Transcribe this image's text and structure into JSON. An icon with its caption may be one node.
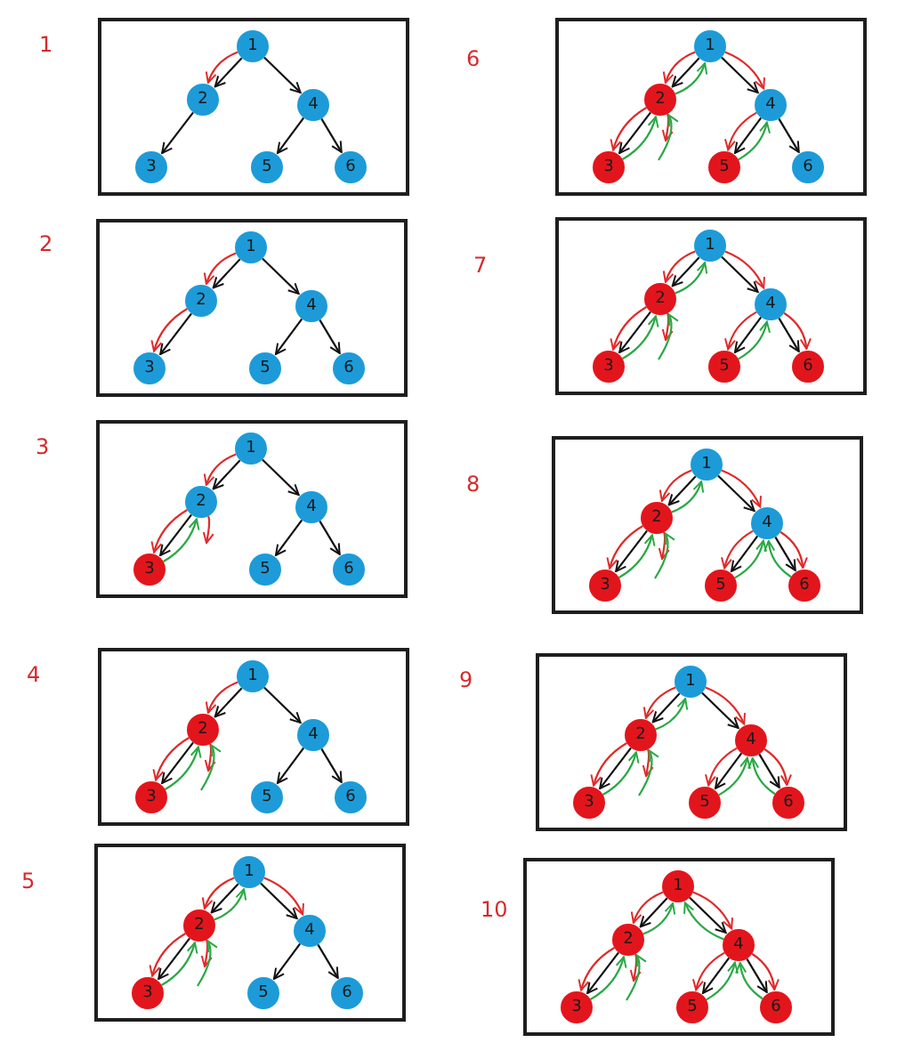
{
  "diagram": {
    "nodes": [
      {
        "text": [
          "1"
        ]
      },
      {
        "text": [
          "1"
        ],
        "in": 0
      },
      {
        "text": [
          "2"
        ],
        "in": 0
      },
      {
        "text": [
          "3"
        ],
        "in": 0
      },
      {
        "text": [
          "4"
        ],
        "in": 0
      },
      {
        "text": [
          "5"
        ],
        "in": 0
      },
      {
        "text": [
          "6"
        ],
        "in": 0
      },
      {
        "text": [
          "2"
        ]
      },
      {
        "text": [
          "1"
        ],
        "in": 7
      },
      {
        "text": [
          "2"
        ],
        "in": 7
      },
      {
        "text": [
          "3"
        ],
        "in": 7
      },
      {
        "text": [
          "4"
        ],
        "in": 7
      },
      {
        "text": [
          "5"
        ],
        "in": 7
      },
      {
        "text": [
          "6"
        ],
        "in": 7
      },
      {
        "text": [
          "3"
        ]
      },
      {
        "text": [
          "1"
        ],
        "in": 14
      },
      {
        "text": [
          "2"
        ],
        "in": 14
      },
      {
        "text": [
          "3"
        ],
        "in": 14
      },
      {
        "text": [
          "4"
        ],
        "in": 14
      },
      {
        "text": [
          "5"
        ],
        "in": 14
      },
      {
        "text": [
          "6"
        ],
        "in": 14
      },
      {
        "text": [
          "4"
        ]
      },
      {
        "text": [
          "1"
        ],
        "in": 21
      },
      {
        "text": [
          "2"
        ],
        "in": 21
      },
      {
        "text": [
          "3"
        ],
        "in": 21
      },
      {
        "text": [
          "4"
        ],
        "in": 21
      },
      {
        "text": [
          "5"
        ],
        "in": 21
      },
      {
        "text": [
          "6"
        ],
        "in": 21
      },
      {
        "text": [
          "5"
        ]
      },
      {
        "text": [
          "1"
        ],
        "in": 28
      },
      {
        "text": [
          "2"
        ],
        "in": 28
      },
      {
        "text": [
          "3"
        ],
        "in": 28
      },
      {
        "text": [
          "4"
        ],
        "in": 28
      },
      {
        "text": [
          "5"
        ],
        "in": 28
      },
      {
        "text": [
          "6"
        ],
        "in": 28
      },
      {
        "text": [
          "6"
        ]
      },
      {
        "text": [
          "1"
        ],
        "in": 35
      },
      {
        "text": [
          "2"
        ],
        "in": 35
      },
      {
        "text": [
          "3"
        ],
        "in": 35
      },
      {
        "text": [
          "4"
        ],
        "in": 35
      },
      {
        "text": [
          "5"
        ],
        "in": 35
      },
      {
        "text": [
          "6"
        ],
        "in": 35
      },
      {
        "text": [
          "7"
        ]
      },
      {
        "text": [
          "1"
        ],
        "in": 42
      },
      {
        "text": [
          "2"
        ],
        "in": 42
      },
      {
        "text": [
          "3"
        ],
        "in": 42
      },
      {
        "text": [
          "4"
        ],
        "in": 42
      },
      {
        "text": [
          "5"
        ],
        "in": 42
      },
      {
        "text": [
          "6"
        ],
        "in": 42
      },
      {
        "text": [
          "8"
        ]
      },
      {
        "text": [
          "1"
        ],
        "in": 49
      },
      {
        "text": [
          "2"
        ],
        "in": 49
      },
      {
        "text": [
          "3"
        ],
        "in": 49
      },
      {
        "text": [
          "4"
        ],
        "in": 49
      },
      {
        "text": [
          "5"
        ],
        "in": 49
      },
      {
        "text": [
          "6"
        ],
        "in": 49
      },
      {
        "text": [
          "9"
        ]
      },
      {
        "text": [
          "1"
        ],
        "in": 56
      },
      {
        "text": [
          "2"
        ],
        "in": 56
      },
      {
        "text": [
          "3"
        ],
        "in": 56
      },
      {
        "text": [
          "4"
        ],
        "in": 56
      },
      {
        "text": [
          "5"
        ],
        "in": 56
      },
      {
        "text": [
          "6"
        ],
        "in": 56
      },
      {
        "text": [
          "10"
        ]
      },
      {
        "text": [
          "1"
        ],
        "in": 63
      },
      {
        "text": [
          "2"
        ],
        "in": 63
      },
      {
        "text": [
          "3"
        ],
        "in": 63
      },
      {
        "text": [
          "4"
        ],
        "in": 63
      },
      {
        "text": [
          "5"
        ],
        "in": 63
      },
      {
        "text": [
          "6"
        ],
        "in": 63
      }
    ],
    "edges": [
      {
        "from": 1,
        "to": 2,
        "arrow": "to"
      },
      {
        "from": 1,
        "to": 4,
        "arrow": "to"
      },
      {
        "from": 2,
        "to": 3,
        "arrow": "to"
      },
      {
        "from": 4,
        "to": 5,
        "arrow": "to"
      },
      {
        "from": 4,
        "to": 6,
        "arrow": "to"
      },
      {
        "from": 1,
        "to": 2,
        "arrow": "to",
        "color": "#e02a2a"
      },
      {
        "from": 8,
        "to": 9,
        "arrow": "to"
      },
      {
        "from": 8,
        "to": 11,
        "arrow": "to"
      },
      {
        "from": 9,
        "to": 10,
        "arrow": "to"
      },
      {
        "from": 11,
        "to": 12,
        "arrow": "to"
      },
      {
        "from": 11,
        "to": 13,
        "arrow": "to"
      },
      {
        "from": 8,
        "to": 9,
        "arrow": "to",
        "color": "#e02a2a"
      },
      {
        "from": 9,
        "to": 10,
        "arrow": "to",
        "color": "#e02a2a"
      },
      {
        "from": 15,
        "to": 16,
        "arrow": "to"
      },
      {
        "from": 15,
        "to": 18,
        "arrow": "to"
      },
      {
        "from": 16,
        "to": 17,
        "arrow": "to"
      },
      {
        "from": 18,
        "to": 19,
        "arrow": "to"
      },
      {
        "from": 18,
        "to": 20,
        "arrow": "to"
      },
      {
        "from": 15,
        "to": 16,
        "arrow": "to",
        "color": "#e02a2a"
      },
      {
        "from": 16,
        "to": 17,
        "arrow": "to",
        "color": "#e02a2a"
      },
      {
        "from": 16,
        "to": null,
        "arrow": "to",
        "color": "#e02a2a"
      },
      {
        "from": 17,
        "to": 16,
        "arrow": "to",
        "color": "#2aa845"
      },
      {
        "from": 22,
        "to": 23,
        "arrow": "to"
      },
      {
        "from": 22,
        "to": 25,
        "arrow": "to"
      },
      {
        "from": 23,
        "to": 24,
        "arrow": "to"
      },
      {
        "from": 25,
        "to": 26,
        "arrow": "to"
      },
      {
        "from": 25,
        "to": 27,
        "arrow": "to"
      },
      {
        "from": 22,
        "to": 23,
        "arrow": "to",
        "color": "#e02a2a"
      },
      {
        "from": 23,
        "to": 24,
        "arrow": "to",
        "color": "#e02a2a"
      },
      {
        "from": 23,
        "to": null,
        "arrow": "to",
        "color": "#e02a2a"
      },
      {
        "from": 24,
        "to": 23,
        "arrow": "to",
        "color": "#2aa845"
      },
      {
        "from": null,
        "to": 23,
        "arrow": "to",
        "color": "#2aa845"
      },
      {
        "from": 29,
        "to": 30,
        "arrow": "to"
      },
      {
        "from": 29,
        "to": 32,
        "arrow": "to"
      },
      {
        "from": 30,
        "to": 31,
        "arrow": "to"
      },
      {
        "from": 32,
        "to": 33,
        "arrow": "to"
      },
      {
        "from": 32,
        "to": 34,
        "arrow": "to"
      },
      {
        "from": 29,
        "to": 30,
        "arrow": "to",
        "color": "#e02a2a"
      },
      {
        "from": 30,
        "to": 31,
        "arrow": "to",
        "color": "#e02a2a"
      },
      {
        "from": 30,
        "to": null,
        "arrow": "to",
        "color": "#e02a2a"
      },
      {
        "from": 31,
        "to": 30,
        "arrow": "to",
        "color": "#2aa845"
      },
      {
        "from": null,
        "to": 30,
        "arrow": "to",
        "color": "#2aa845"
      },
      {
        "from": 29,
        "to": 32,
        "arrow": "to",
        "color": "#e02a2a"
      },
      {
        "from": 30,
        "to": 29,
        "arrow": "to",
        "color": "#2aa845"
      },
      {
        "from": 36,
        "to": 37,
        "arrow": "to"
      },
      {
        "from": 36,
        "to": 39,
        "arrow": "to"
      },
      {
        "from": 37,
        "to": 38,
        "arrow": "to"
      },
      {
        "from": 39,
        "to": 40,
        "arrow": "to"
      },
      {
        "from": 39,
        "to": 41,
        "arrow": "to"
      },
      {
        "from": 36,
        "to": 37,
        "arrow": "to",
        "color": "#e02a2a"
      },
      {
        "from": 37,
        "to": 38,
        "arrow": "to",
        "color": "#e02a2a"
      },
      {
        "from": 37,
        "to": null,
        "arrow": "to",
        "color": "#e02a2a"
      },
      {
        "from": 38,
        "to": 37,
        "arrow": "to",
        "color": "#2aa845"
      },
      {
        "from": null,
        "to": 37,
        "arrow": "to",
        "color": "#2aa845"
      },
      {
        "from": 36,
        "to": 39,
        "arrow": "to",
        "color": "#e02a2a"
      },
      {
        "from": 37,
        "to": 36,
        "arrow": "to",
        "color": "#2aa845"
      },
      {
        "from": 39,
        "to": 40,
        "arrow": "to",
        "color": "#e02a2a"
      },
      {
        "from": 40,
        "to": 39,
        "arrow": "to",
        "color": "#2aa845"
      },
      {
        "from": 43,
        "to": 44,
        "arrow": "to"
      },
      {
        "from": 43,
        "to": 46,
        "arrow": "to"
      },
      {
        "from": 44,
        "to": 45,
        "arrow": "to"
      },
      {
        "from": 46,
        "to": 47,
        "arrow": "to"
      },
      {
        "from": 46,
        "to": 48,
        "arrow": "to"
      },
      {
        "from": 43,
        "to": 44,
        "arrow": "to",
        "color": "#e02a2a"
      },
      {
        "from": 44,
        "to": 45,
        "arrow": "to",
        "color": "#e02a2a"
      },
      {
        "from": 44,
        "to": null,
        "arrow": "to",
        "color": "#e02a2a"
      },
      {
        "from": 45,
        "to": 44,
        "arrow": "to",
        "color": "#2aa845"
      },
      {
        "from": null,
        "to": 44,
        "arrow": "to",
        "color": "#2aa845"
      },
      {
        "from": 43,
        "to": 46,
        "arrow": "to",
        "color": "#e02a2a"
      },
      {
        "from": 44,
        "to": 43,
        "arrow": "to",
        "color": "#2aa845"
      },
      {
        "from": 46,
        "to": 47,
        "arrow": "to",
        "color": "#e02a2a"
      },
      {
        "from": 47,
        "to": 46,
        "arrow": "to",
        "color": "#2aa845"
      },
      {
        "from": 46,
        "to": 48,
        "arrow": "to",
        "color": "#e02a2a"
      },
      {
        "from": 50,
        "to": 51,
        "arrow": "to"
      },
      {
        "from": 50,
        "to": 53,
        "arrow": "to"
      },
      {
        "from": 51,
        "to": 52,
        "arrow": "to"
      },
      {
        "from": 53,
        "to": 54,
        "arrow": "to"
      },
      {
        "from": 53,
        "to": 55,
        "arrow": "to"
      },
      {
        "from": 50,
        "to": 51,
        "arrow": "to",
        "color": "#e02a2a"
      },
      {
        "from": 51,
        "to": 52,
        "arrow": "to",
        "color": "#e02a2a"
      },
      {
        "from": 51,
        "to": null,
        "arrow": "to",
        "color": "#e02a2a"
      },
      {
        "from": 52,
        "to": 51,
        "arrow": "to",
        "color": "#2aa845"
      },
      {
        "from": null,
        "to": 51,
        "arrow": "to",
        "color": "#2aa845"
      },
      {
        "from": 50,
        "to": 53,
        "arrow": "to",
        "color": "#e02a2a"
      },
      {
        "from": 51,
        "to": 50,
        "arrow": "to",
        "color": "#2aa845"
      },
      {
        "from": 53,
        "to": 54,
        "arrow": "to",
        "color": "#e02a2a"
      },
      {
        "from": 54,
        "to": 53,
        "arrow": "to",
        "color": "#2aa845"
      },
      {
        "from": 53,
        "to": 55,
        "arrow": "to",
        "color": "#e02a2a"
      },
      {
        "from": 55,
        "to": 53,
        "arrow": "to",
        "color": "#2aa845"
      },
      {
        "from": 57,
        "to": 58,
        "arrow": "to"
      },
      {
        "from": 57,
        "to": 60,
        "arrow": "to"
      },
      {
        "from": 58,
        "to": 59,
        "arrow": "to"
      },
      {
        "from": 60,
        "to": 61,
        "arrow": "to"
      },
      {
        "from": 60,
        "to": 62,
        "arrow": "to"
      },
      {
        "from": 57,
        "to": 58,
        "arrow": "to",
        "color": "#e02a2a"
      },
      {
        "from": 58,
        "to": 59,
        "arrow": "to",
        "color": "#e02a2a"
      },
      {
        "from": 58,
        "to": null,
        "arrow": "to",
        "color": "#e02a2a"
      },
      {
        "from": 59,
        "to": 58,
        "arrow": "to",
        "color": "#2aa845"
      },
      {
        "from": null,
        "to": 58,
        "arrow": "to",
        "color": "#2aa845"
      },
      {
        "from": 57,
        "to": 60,
        "arrow": "to",
        "color": "#e02a2a"
      },
      {
        "from": 58,
        "to": 57,
        "arrow": "to",
        "color": "#2aa845"
      },
      {
        "from": 60,
        "to": 61,
        "arrow": "to",
        "color": "#e02a2a"
      },
      {
        "from": 61,
        "to": 60,
        "arrow": "to",
        "color": "#2aa845"
      },
      {
        "from": 60,
        "to": 62,
        "arrow": "to",
        "color": "#e02a2a"
      },
      {
        "from": 62,
        "to": 60,
        "arrow": "to",
        "color": "#2aa845"
      },
      {
        "from": 64,
        "to": 65,
        "arrow": "to"
      },
      {
        "from": 64,
        "to": 67,
        "arrow": "to"
      },
      {
        "from": 65,
        "to": 66,
        "arrow": "to"
      },
      {
        "from": 67,
        "to": 68,
        "arrow": "to"
      },
      {
        "from": 67,
        "to": 69,
        "arrow": "to"
      },
      {
        "from": 64,
        "to": 65,
        "arrow": "to",
        "color": "#e02a2a"
      },
      {
        "from": 65,
        "to": 66,
        "arrow": "to",
        "color": "#e02a2a"
      },
      {
        "from": 65,
        "to": null,
        "arrow": "to",
        "color": "#e02a2a"
      },
      {
        "from": 66,
        "to": 65,
        "arrow": "to",
        "color": "#2aa845"
      },
      {
        "from": null,
        "to": 65,
        "arrow": "to",
        "color": "#2aa845"
      },
      {
        "from": 64,
        "to": 67,
        "arrow": "to",
        "color": "#e02a2a"
      },
      {
        "from": 65,
        "to": 64,
        "arrow": "to",
        "color": "#2aa845"
      },
      {
        "from": 67,
        "to": 68,
        "arrow": "to",
        "color": "#e02a2a"
      },
      {
        "from": 68,
        "to": 67,
        "arrow": "to",
        "color": "#2aa845"
      },
      {
        "from": 67,
        "to": 69,
        "arrow": "to",
        "color": "#e02a2a"
      },
      {
        "from": 69,
        "to": 67,
        "arrow": "to",
        "color": "#2aa845"
      },
      {
        "from": 67,
        "to": 64,
        "arrow": "to",
        "color": "#2aa845"
      }
    ]
  }
}
